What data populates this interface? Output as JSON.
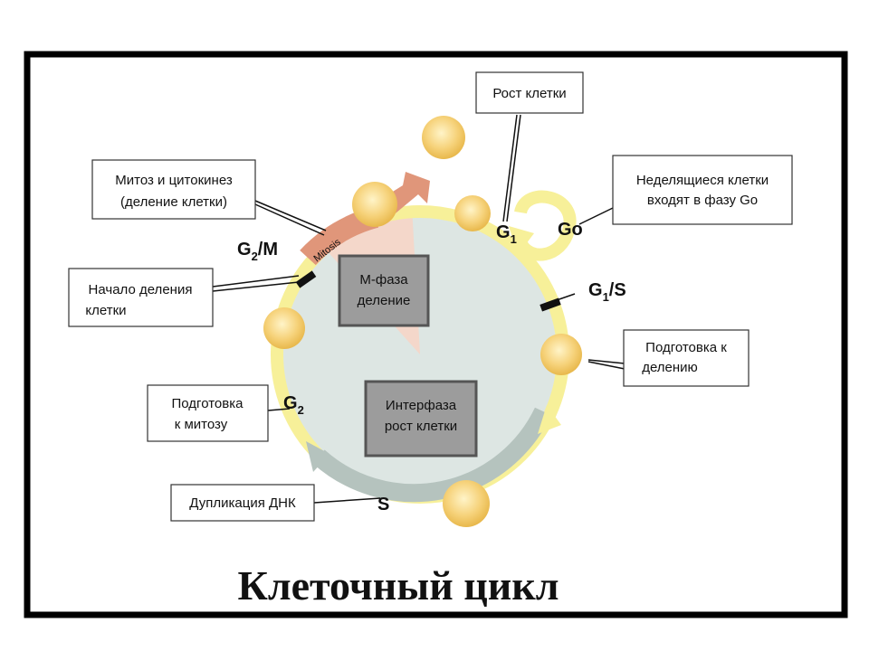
{
  "title": "Клеточный цикл",
  "callouts": {
    "growth": "Рост клетки",
    "mitosis_line1": "Митоз и цитокинез",
    "mitosis_line2": "(деление клетки)",
    "nondividing_line1": "Неделящиеся клетки",
    "nondividing_line2": "входят в фазу Go",
    "division_start_line1": "Начало деления",
    "division_start_line2": "клетки",
    "prep_division_line1": "Подготовка к",
    "prep_division_line2": "делению",
    "prep_mitosis_line1": "Подготовка",
    "prep_mitosis_line2": "к митозу",
    "dna_dup": "Дупликация ДНК"
  },
  "center_boxes": {
    "m_phase_line1": "М-фаза",
    "m_phase_line2": "деление",
    "interphase_line1": "Интерфаза",
    "interphase_line2": "рост клетки"
  },
  "phase_labels": {
    "g1": "G",
    "g1_sub": "1",
    "go": "Go",
    "g1s": "G",
    "g1s_sub": "1",
    "g1s_suffix": "/S",
    "g2m": "G",
    "g2m_sub": "2",
    "g2m_suffix": "/M",
    "g2": "G",
    "g2_sub": "2",
    "s": "S",
    "mitosis_arc": "Mitosis"
  },
  "colors": {
    "frame": "#000000",
    "cycle_disc": "#dde6e3",
    "yellow_ring": "#f7f099",
    "mitosis_band": "#e0967a",
    "m_wedge": "#f6d5c6",
    "s_arrow": "#b5c3be",
    "cell_fill": "#f6d27a",
    "box_fill": "#9c9c9c"
  }
}
